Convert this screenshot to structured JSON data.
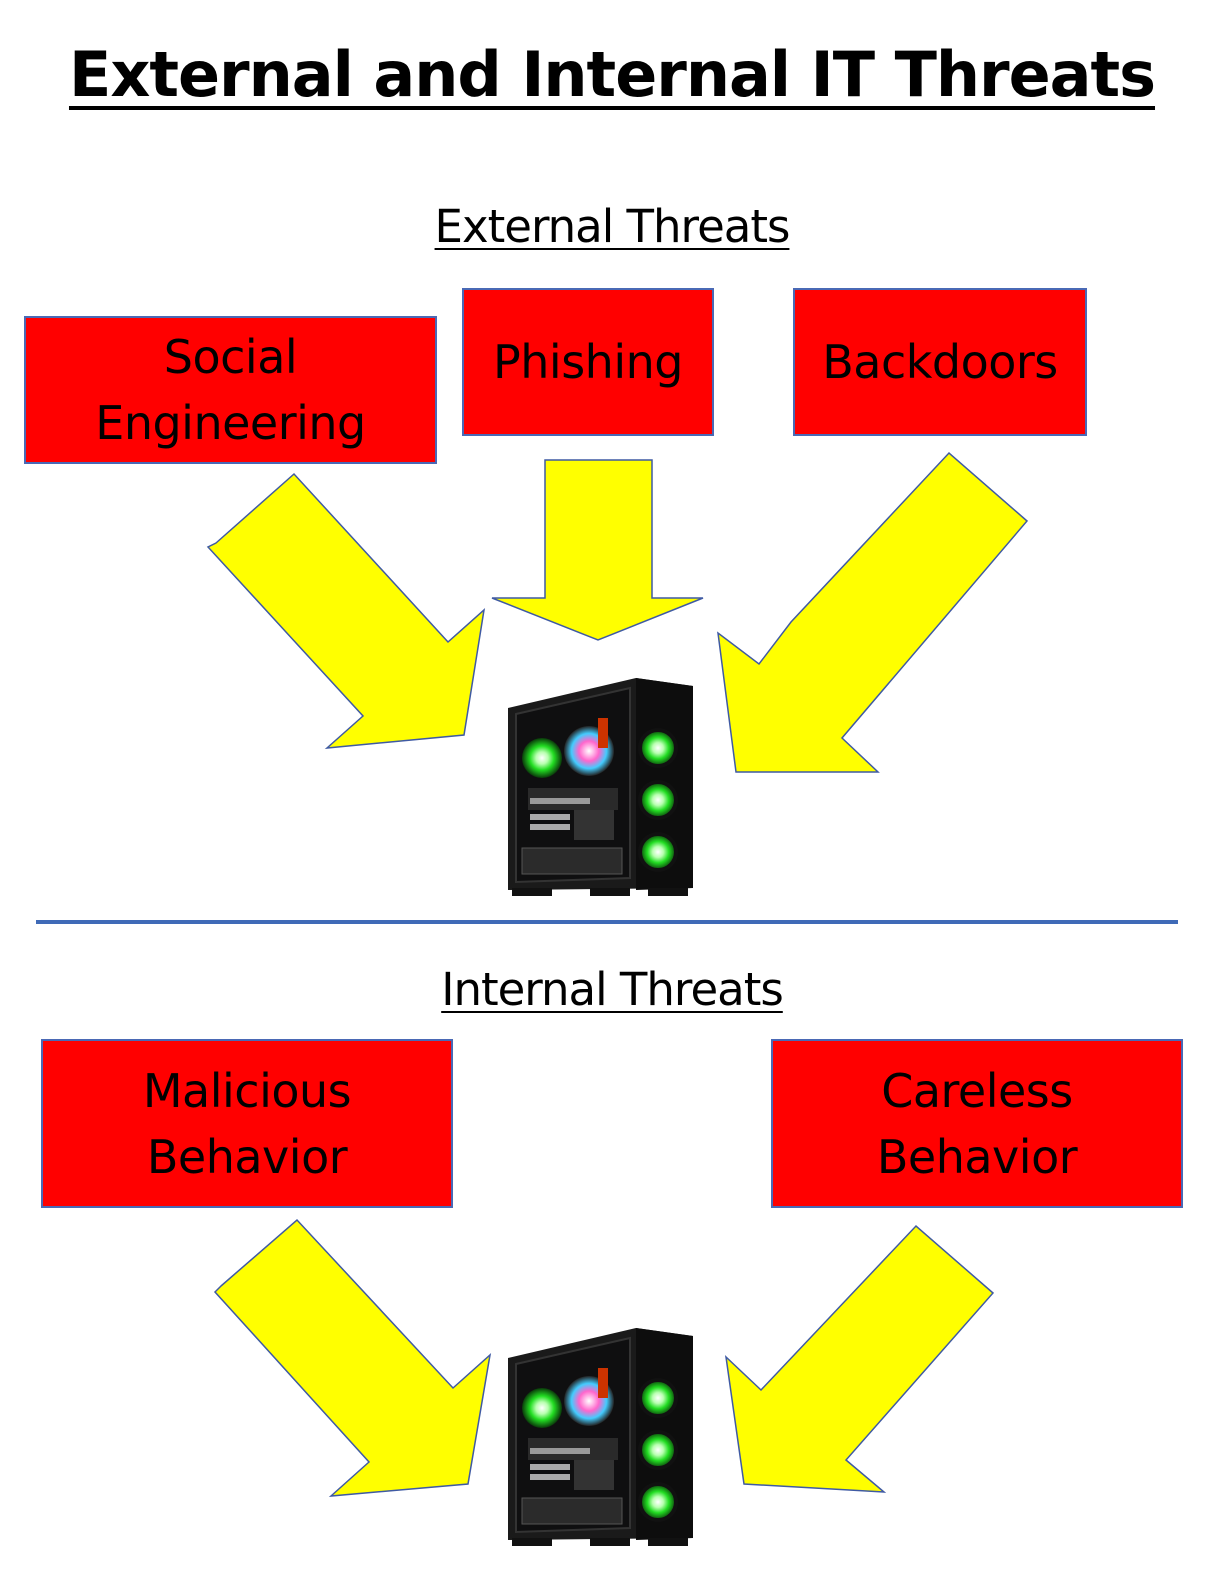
{
  "title": "External and Internal IT Threats",
  "external": {
    "heading": "External Threats",
    "threats": [
      "Social\nEngineering",
      "Phishing",
      "Backdoors"
    ]
  },
  "internal": {
    "heading": "Internal Threats",
    "threats": [
      "Malicious\nBehavior",
      "Careless\nBehavior"
    ]
  },
  "icons": {
    "target": "desktop-tower-pc-icon",
    "arrow": "arrow-icon"
  },
  "colors": {
    "box_fill": "#ff0000",
    "box_border": "#4a69b5",
    "arrow_fill": "#ffff00",
    "arrow_stroke": "#3f5aa3",
    "divider": "#3f6ab7"
  }
}
